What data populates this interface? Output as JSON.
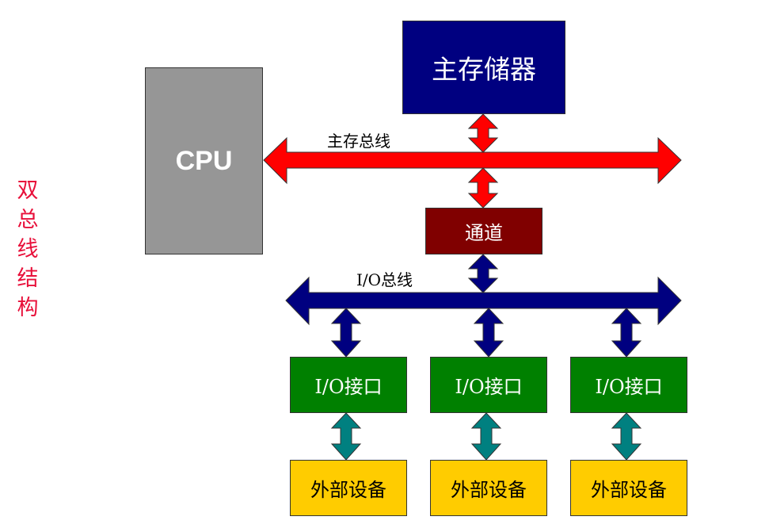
{
  "title_chars": [
    "双",
    "总",
    "线",
    "结",
    "构"
  ],
  "colors": {
    "title": "#e8103a",
    "cpu": "#969696",
    "memory": "#000080",
    "channel": "#800000",
    "io_interface": "#008000",
    "device": "#ffcc00",
    "memory_bus": "#ff0000",
    "io_bus": "#000080",
    "device_link": "#008080"
  },
  "cpu": {
    "label": "CPU"
  },
  "memory": {
    "label": "主存储器"
  },
  "memory_bus": {
    "label": "主存总线"
  },
  "channel": {
    "label": "通道"
  },
  "io_bus": {
    "label": "I/O总线"
  },
  "io_interfaces": [
    {
      "label": "I/O接口"
    },
    {
      "label": "I/O接口"
    },
    {
      "label": "I/O接口"
    }
  ],
  "devices": [
    {
      "label": "外部设备"
    },
    {
      "label": "外部设备"
    },
    {
      "label": "外部设备"
    }
  ]
}
